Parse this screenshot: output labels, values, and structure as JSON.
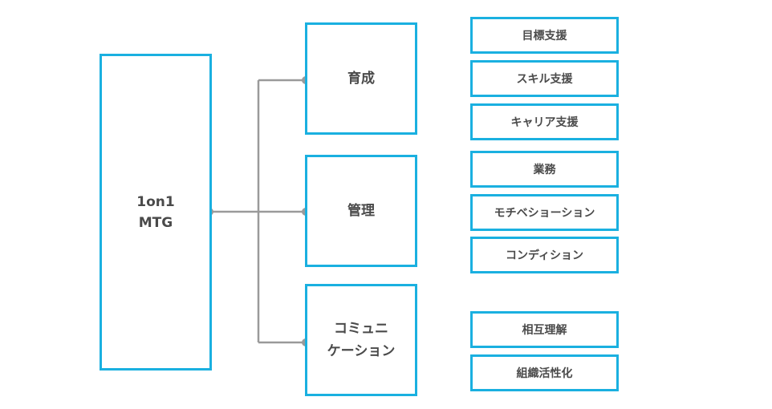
{
  "colors": {
    "box_border": "#1ab0e0",
    "connector": "#9a9a9a",
    "text": "#4a4a4a"
  },
  "root": {
    "lines": [
      "1on1",
      "MTG"
    ]
  },
  "categories": [
    {
      "lines": [
        "育成"
      ],
      "items": [
        "目標支援",
        "スキル支援",
        "キャリア支援"
      ]
    },
    {
      "lines": [
        "管理"
      ],
      "items": [
        "業務",
        "モチベショーション",
        "コンディション"
      ]
    },
    {
      "lines": [
        "コミュニ",
        "ケーション"
      ],
      "items": [
        "相互理解",
        "組織活性化"
      ]
    }
  ]
}
